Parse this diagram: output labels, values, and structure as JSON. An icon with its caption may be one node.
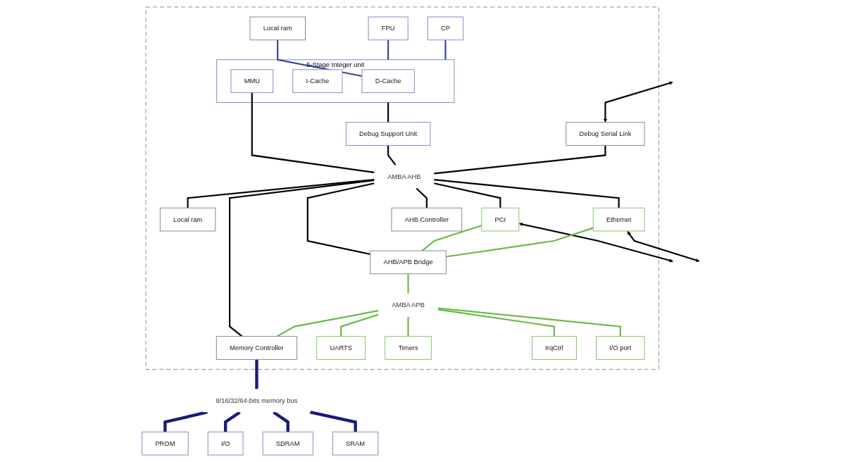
{
  "diagram": {
    "nodes": [
      {
        "text": [],
        "shape": "box"
      },
      {
        "text": [
          "FPU"
        ],
        "in": 0
      },
      {
        "text": [
          "CP"
        ],
        "in": 0
      },
      {
        "text": [
          "Local ram"
        ],
        "in": 0
      },
      {
        "text": [
          "5-Stage Integer unit"
        ],
        "in": 0
      },
      {
        "text": [
          "D-Cache"
        ],
        "in": 4
      },
      {
        "text": [
          "I-Cache"
        ],
        "in": 4
      },
      {
        "text": [
          "MMU"
        ],
        "in": 4
      },
      {
        "text": [
          "Debug Support Unit"
        ],
        "in": 0
      },
      {
        "text": [
          "Debug Serial Link"
        ],
        "in": 0
      },
      {
        "text": [
          "Local ram"
        ],
        "in": 0
      },
      {
        "text": [
          "PCI"
        ],
        "in": 0
      },
      {
        "text": [
          "Ethernet"
        ],
        "in": 0
      },
      {
        "text": [
          "AMBA AHB"
        ],
        "in": 0
      },
      {
        "text": [
          "AHB Controller"
        ],
        "in": 0
      },
      {
        "text": [
          "Memory Controller"
        ],
        "in": 0
      },
      {
        "text": [
          "AMBA APB"
        ],
        "in": 0
      },
      {
        "text": [
          "AHB/APB Bridge"
        ],
        "in": 0
      },
      {
        "text": [
          "UARTS"
        ],
        "in": 0
      },
      {
        "text": [
          "Timers"
        ],
        "in": 0
      },
      {
        "text": [
          "IrqCtrl"
        ],
        "in": 0
      },
      {
        "text": [
          "I/O port"
        ],
        "in": 0
      },
      {
        "text": [
          "8/16/32/64-bits memory bus"
        ]
      },
      {
        "text": [
          "PROM"
        ]
      },
      {
        "text": [
          "I/O"
        ]
      },
      {
        "text": [
          "SDRAM"
        ]
      },
      {
        "text": [
          "SRAM"
        ]
      }
    ],
    "edges": [
      {
        "from": 3,
        "to": 5,
        "arrow": "none",
        "color": "#334499"
      },
      {
        "from": 1,
        "to": 4,
        "arrow": "none",
        "color": "#334499"
      },
      {
        "from": 2,
        "to": 4,
        "arrow": "none",
        "color": "#334499"
      },
      {
        "from": 4,
        "to": 8,
        "arrow": "none"
      },
      {
        "from": null,
        "to": 9,
        "arrow": "both"
      },
      {
        "from": 7,
        "to": 13,
        "arrow": "none"
      },
      {
        "from": 8,
        "to": 13,
        "arrow": "none"
      },
      {
        "from": 9,
        "to": 13,
        "arrow": "none"
      },
      {
        "from": 13,
        "to": 10,
        "arrow": "none"
      },
      {
        "from": 13,
        "to": 11,
        "arrow": "none"
      },
      {
        "from": 13,
        "to": 12,
        "arrow": "none"
      },
      {
        "from": 11,
        "to": null,
        "arrow": "both"
      },
      {
        "from": 12,
        "to": null,
        "arrow": "both"
      },
      {
        "from": 13,
        "to": 14,
        "arrow": "none"
      },
      {
        "from": 13,
        "to": 15,
        "arrow": "none"
      },
      {
        "from": 13,
        "to": 17,
        "arrow": "none"
      },
      {
        "from": 11,
        "to": 17,
        "arrow": "none",
        "color": "#66bb44"
      },
      {
        "from": 12,
        "to": 17,
        "arrow": "none",
        "color": "#66bb44"
      },
      {
        "from": 16,
        "to": 15,
        "arrow": "none",
        "color": "#66bb44"
      },
      {
        "from": 17,
        "to": 16,
        "arrow": "none",
        "color": "#66bb44"
      },
      {
        "from": 16,
        "to": 18,
        "arrow": "none",
        "color": "#66bb44"
      },
      {
        "from": 16,
        "to": 19,
        "arrow": "none",
        "color": "#66bb44"
      },
      {
        "from": 16,
        "to": 20,
        "arrow": "none",
        "color": "#66bb44"
      },
      {
        "from": 16,
        "to": 21,
        "arrow": "none",
        "color": "#66bb44"
      },
      {
        "from": 15,
        "to": 22,
        "arrow": "none",
        "style": "thick",
        "color": "#1a1a7a"
      },
      {
        "from": 22,
        "to": 23,
        "arrow": "none",
        "style": "thick",
        "color": "#1a1a7a"
      },
      {
        "from": 22,
        "to": 24,
        "arrow": "none",
        "style": "thick",
        "color": "#1a1a7a"
      },
      {
        "from": 22,
        "to": 25,
        "arrow": "none",
        "style": "thick",
        "color": "#1a1a7a"
      },
      {
        "from": 22,
        "to": 26,
        "arrow": "none",
        "style": "thick",
        "color": "#1a1a7a"
      }
    ]
  }
}
